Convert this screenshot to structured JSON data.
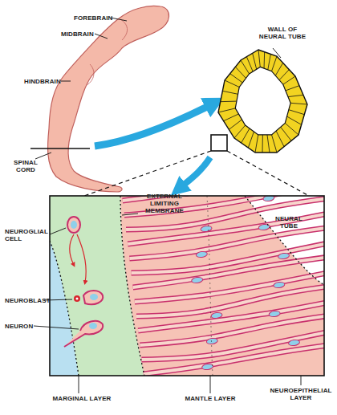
{
  "diagram": {
    "labels": [
      "FOREBRAIN",
      "MIDBRAIN",
      "HINDBRAIN",
      "SPINAL CORD",
      "WALL OF NEURAL TUBE",
      "EXTERNAL LIMITING MEMBRANE",
      "NEURAL TUBE",
      "NEUROGLIAL CELL",
      "NEUROBLAST",
      "NEURON",
      "MARGINAL LAYER",
      "MANTLE LAYER",
      "NEUROEPITHELIAL LAYER"
    ]
  }
}
